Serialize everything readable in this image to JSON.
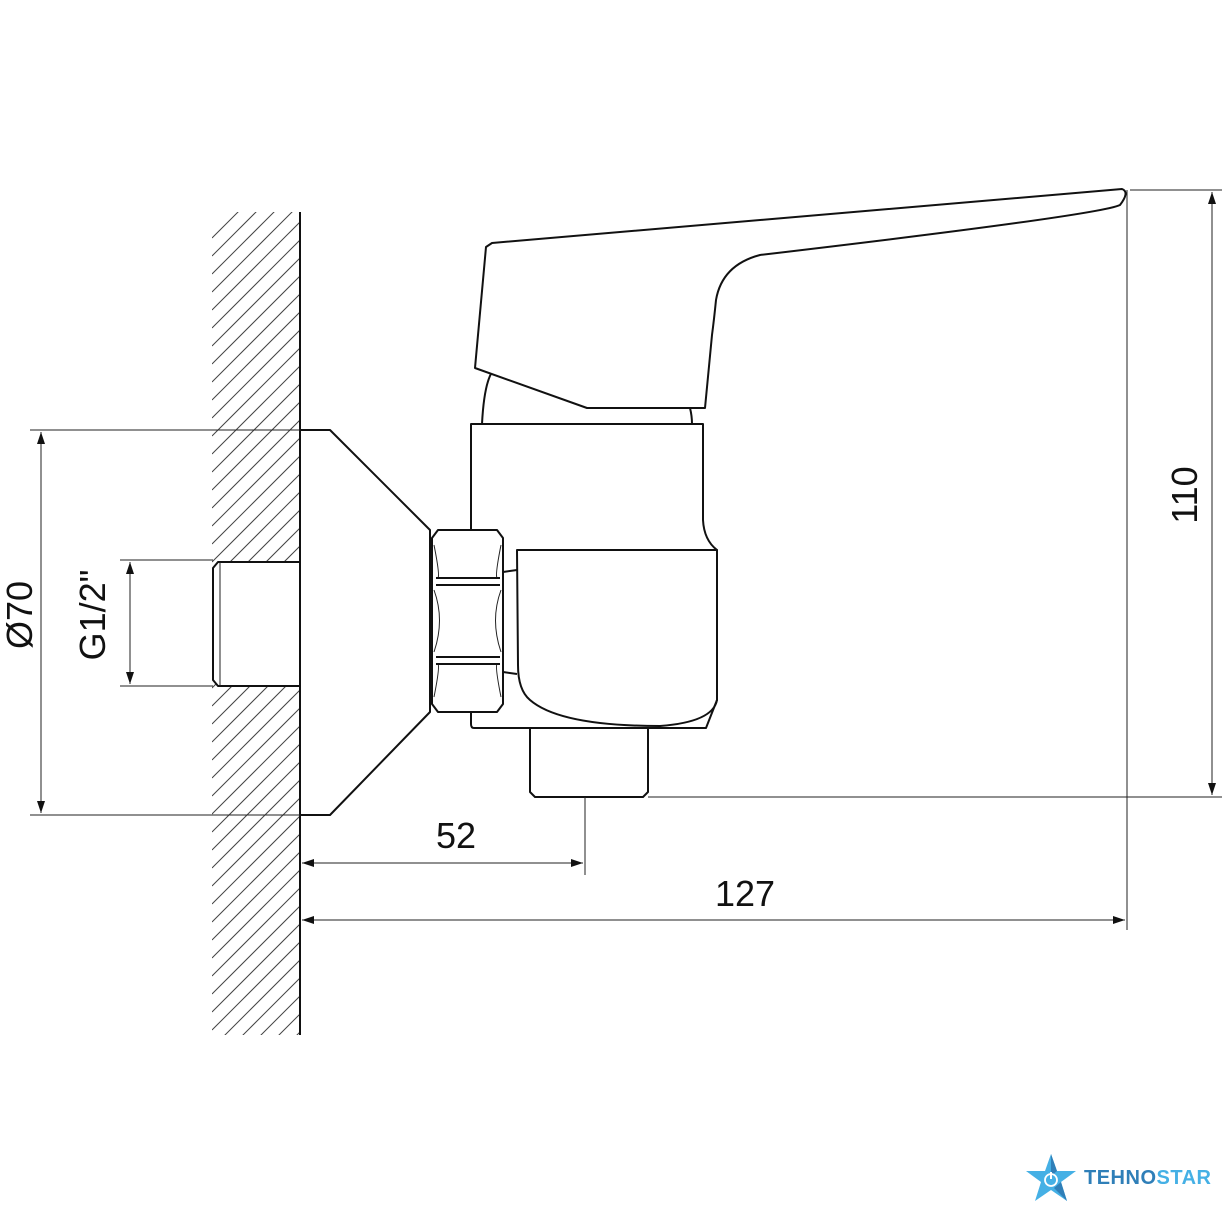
{
  "drawing": {
    "dimensions": {
      "escutcheon_diameter": "Ø70",
      "thread": "G1/2\"",
      "height": "110",
      "outlet_offset": "52",
      "total_depth": "127"
    }
  },
  "logo": {
    "text_part1": "TEHNO",
    "text_part2": "STAR",
    "color_dark": "#2f7fb8",
    "color_light": "#45b0e5"
  }
}
